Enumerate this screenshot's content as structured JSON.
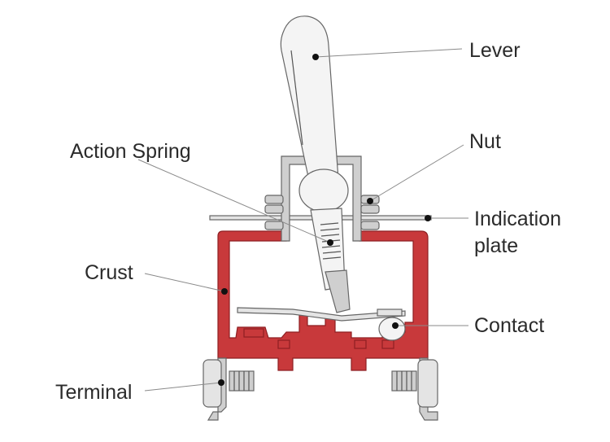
{
  "labels": {
    "lever": "Lever",
    "nut": "Nut",
    "action_spring": "Action Spring",
    "indication_plate_line1": "Indication",
    "indication_plate_line2": "plate",
    "crust": "Crust",
    "contact": "Contact",
    "terminal": "Terminal"
  },
  "colors": {
    "housing": "#c8393b",
    "metal": "#cfcfcf",
    "text": "#2b2b2b",
    "leader": "#8a8a8a"
  }
}
